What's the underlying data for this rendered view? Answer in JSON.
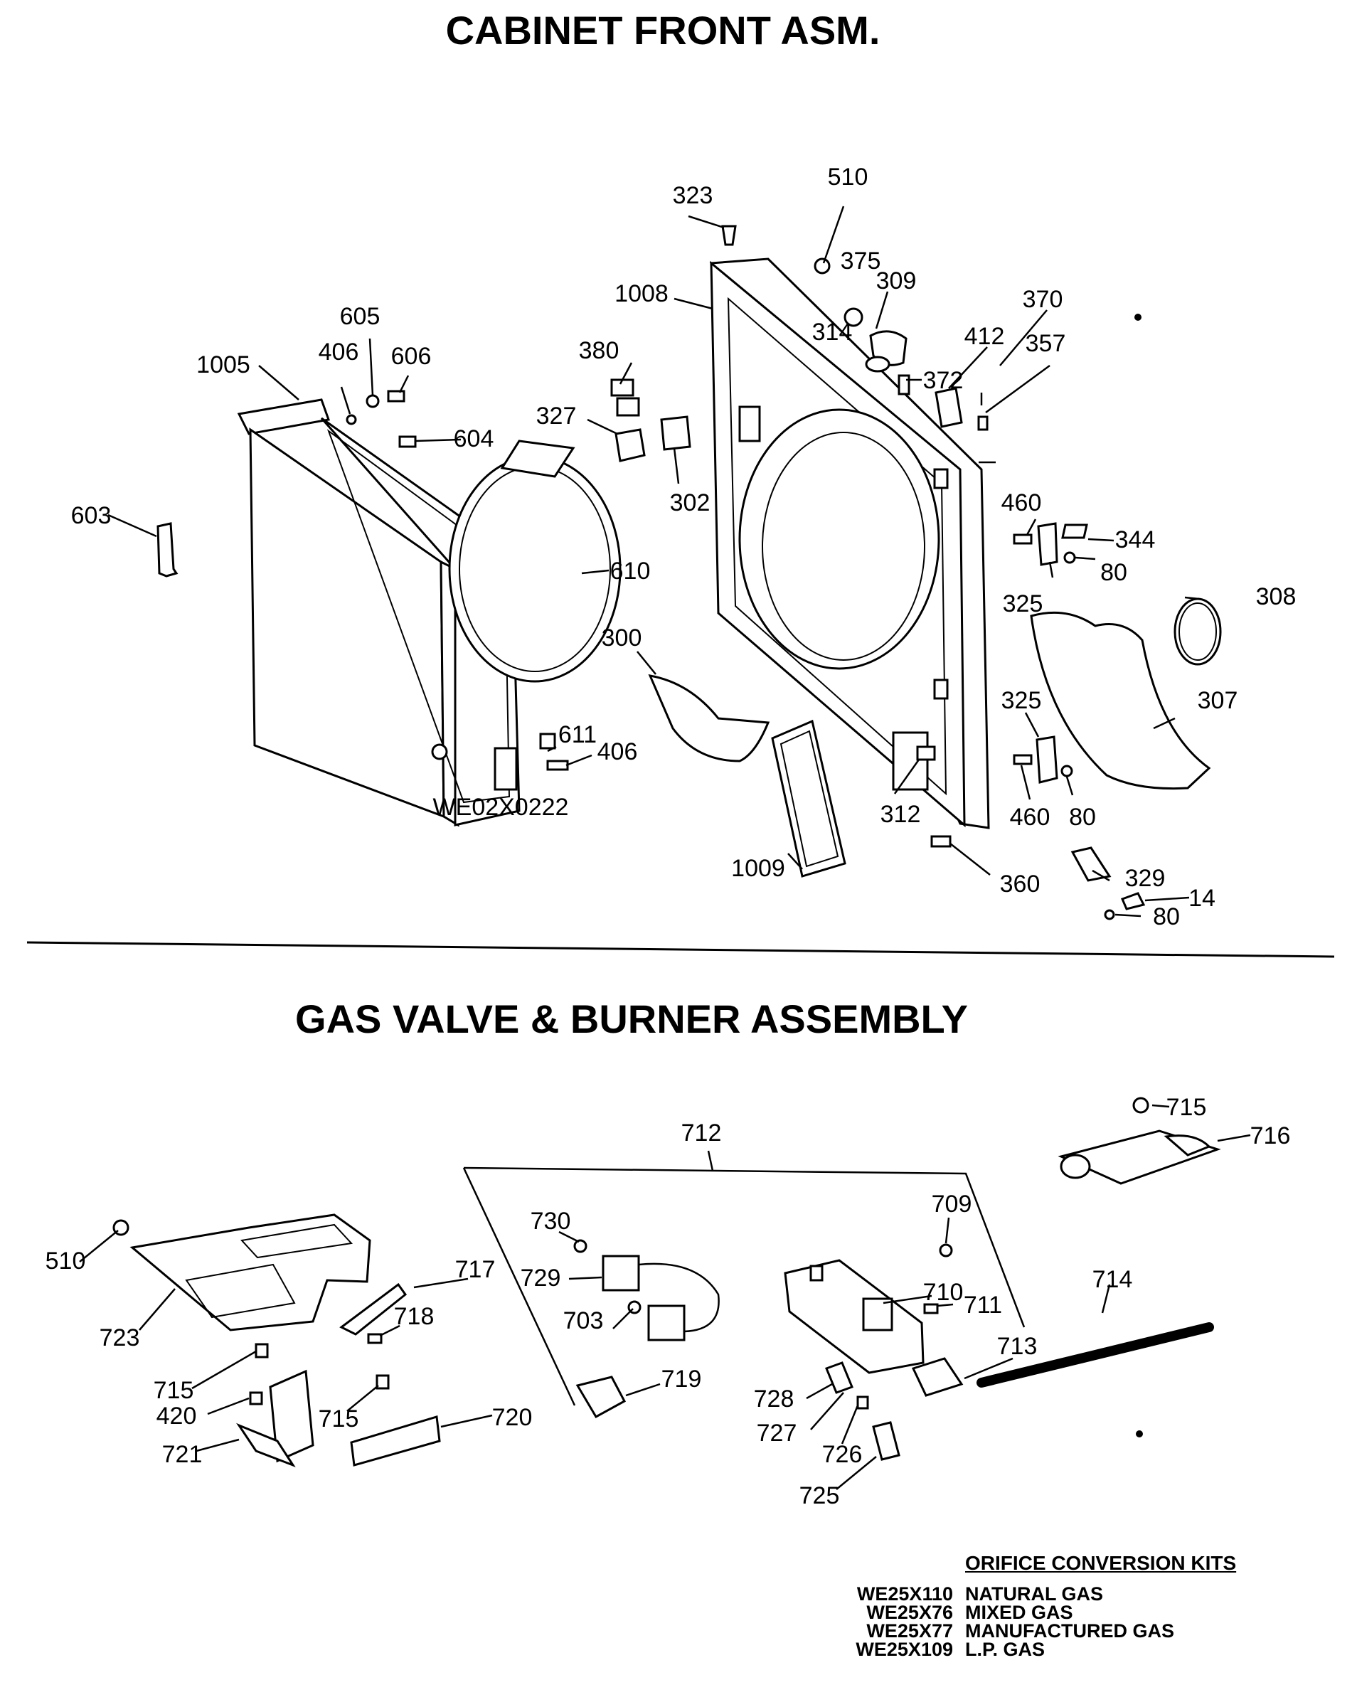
{
  "titles": {
    "cabinet": "CABINET FRONT ASM.",
    "gas_valve": "GAS VALVE & BURNER ASSEMBLY"
  },
  "callouts": {
    "c323": "323",
    "c510a": "510",
    "c375": "375",
    "c309": "309",
    "c370": "370",
    "c1008": "1008",
    "c314": "314",
    "c412": "412",
    "c357": "357",
    "c372": "372",
    "c605": "605",
    "c406a": "406",
    "c606": "606",
    "c1005": "1005",
    "c380": "380",
    "c327": "327",
    "c604": "604",
    "c302": "302",
    "c603": "603",
    "c460a": "460",
    "c344": "344",
    "c80a": "80",
    "c325a": "325",
    "c308": "308",
    "c610": "610",
    "c300": "300",
    "c325b": "325",
    "c307": "307",
    "c611": "611",
    "c406b": "406",
    "cwe02": "WE02X0222",
    "c312": "312",
    "c460b": "460",
    "c80b": "80",
    "c1009": "1009",
    "c360": "360",
    "c329": "329",
    "c14": "14",
    "c80c": "80",
    "c712": "712",
    "c715a": "715",
    "c716": "716",
    "c730": "730",
    "c709": "709",
    "c510b": "510",
    "c729": "729",
    "c717": "717",
    "c710": "710",
    "c714": "714",
    "c711": "711",
    "c723": "723",
    "c718": "718",
    "c703": "703",
    "c713": "713",
    "c719": "719",
    "c715b": "715",
    "c420": "420",
    "c715c": "715",
    "c720": "720",
    "c728": "728",
    "c727": "727",
    "c726": "726",
    "c721": "721",
    "c725": "725"
  },
  "orifice_kits": {
    "heading": "ORIFICE CONVERSION KITS",
    "items": [
      {
        "code": "WE25X110",
        "description": "NATURAL GAS"
      },
      {
        "code": "WE25X76",
        "description": "MIXED GAS"
      },
      {
        "code": "WE25X77",
        "description": "MANUFACTURED GAS"
      },
      {
        "code": "WE25X109",
        "description": "L.P. GAS"
      }
    ]
  }
}
